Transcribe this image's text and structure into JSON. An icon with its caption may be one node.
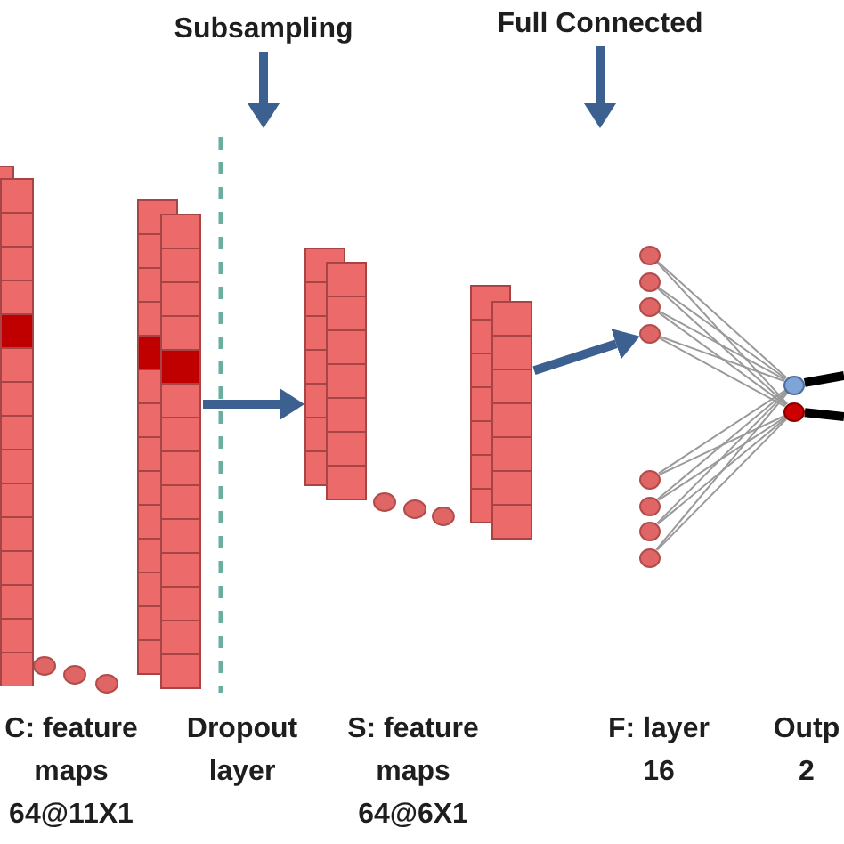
{
  "diagram": {
    "nodes": [
      {
        "text": [
          "Subsampling"
        ]
      },
      {
        "text": [
          "Full Connected"
        ]
      },
      {
        "text": [],
        "shape": "box"
      },
      {
        "text": [],
        "shape": "box"
      },
      {
        "text": [],
        "shape": "box"
      },
      {
        "text": [],
        "shape": "box"
      },
      {
        "text": [],
        "shape": "circle"
      },
      {
        "text": [],
        "shape": "circle"
      },
      {
        "text": [],
        "shape": "circle"
      },
      {
        "text": [],
        "shape": "circle"
      },
      {
        "text": [],
        "shape": "circle"
      },
      {
        "text": [],
        "shape": "circle"
      },
      {
        "text": [],
        "shape": "circle"
      },
      {
        "text": [],
        "shape": "circle"
      },
      {
        "text": [],
        "shape": "circle"
      },
      {
        "text": [],
        "shape": "circle"
      }
    ],
    "edges": [
      {
        "from": 0,
        "to": null,
        "arrow": "to",
        "style": "thick",
        "color": "#3c6190"
      },
      {
        "from": 1,
        "to": null,
        "arrow": "to",
        "style": "thick",
        "color": "#3c6190"
      },
      {
        "from": 3,
        "to": 4,
        "arrow": "to",
        "style": "thick",
        "color": "#3c6190"
      },
      {
        "from": 5,
        "to": 9,
        "arrow": "to",
        "style": "thick",
        "color": "#3c6190"
      },
      {
        "from": 6,
        "to": 14,
        "arrow": "none"
      },
      {
        "from": 6,
        "to": 15,
        "arrow": "none"
      },
      {
        "from": 7,
        "to": 14,
        "arrow": "none"
      },
      {
        "from": 7,
        "to": 15,
        "arrow": "none"
      },
      {
        "from": 8,
        "to": 14,
        "arrow": "none"
      },
      {
        "from": 8,
        "to": 15,
        "arrow": "none"
      },
      {
        "from": 9,
        "to": 14,
        "arrow": "none"
      },
      {
        "from": 9,
        "to": 15,
        "arrow": "none"
      },
      {
        "from": 10,
        "to": 14,
        "arrow": "none"
      },
      {
        "from": 10,
        "to": 15,
        "arrow": "none"
      },
      {
        "from": 11,
        "to": 14,
        "arrow": "none"
      },
      {
        "from": 11,
        "to": 15,
        "arrow": "none"
      },
      {
        "from": 12,
        "to": 14,
        "arrow": "none"
      },
      {
        "from": 12,
        "to": 15,
        "arrow": "none"
      },
      {
        "from": 13,
        "to": 14,
        "arrow": "none"
      },
      {
        "from": 13,
        "to": 15,
        "arrow": "none"
      },
      {
        "from": 14,
        "to": null,
        "arrow": "none",
        "style": "thick",
        "color": "#000000"
      },
      {
        "from": 15,
        "to": null,
        "arrow": "none",
        "style": "thick",
        "color": "#000000"
      }
    ],
    "labels": [
      "C: feature maps 64@11X1",
      "Dropout layer",
      "S: feature maps 64@6X1",
      "F: layer 16",
      "Outp 2"
    ]
  }
}
